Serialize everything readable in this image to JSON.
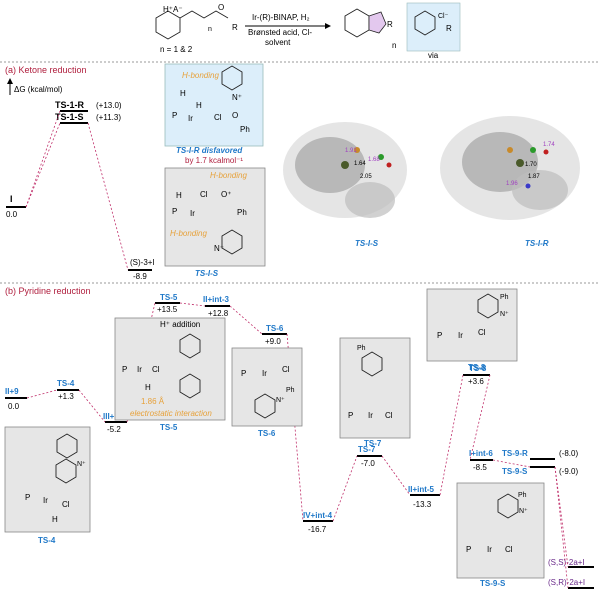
{
  "scheme": {
    "reactant_label": "n = 1 & 2",
    "reactant_ion": "H⁺A⁻",
    "reagents_top": "Ir-(R)-BINAP, H₂",
    "reagents_bottom1": "Brønsted acid, Cl-",
    "reagents_bottom2": "solvent",
    "product_n": "n",
    "product_r": "R",
    "via_label": "via",
    "via_ion": "Cl⁻"
  },
  "section_a": {
    "title": "(a) Ketone reduction",
    "axis_label": "ΔG (kcal/mol)",
    "levels": [
      {
        "name": "I",
        "value": "0.0"
      },
      {
        "name": "TS-1-R",
        "value": "(+13.0)"
      },
      {
        "name": "TS-1-S",
        "value": "(+11.3)"
      },
      {
        "name": "(S)-3+I",
        "value": "-8.9"
      }
    ],
    "ts_r_box": {
      "note1": "H-bonding",
      "label": "TS-I-R disfavored",
      "label2": "by 1.7 kcalmol⁻¹"
    },
    "ts_s_box": {
      "note1": "H-bonding",
      "note2": "H-bonding",
      "label": "TS-I-S"
    },
    "structures": [
      {
        "label": "TS-I-S",
        "d1": "1.91",
        "d2": "1.68",
        "d3": "1.64",
        "d4": "2.05"
      },
      {
        "label": "TS-I-R",
        "d1": "1.74",
        "d2": "1.70",
        "d3": "1.96",
        "d4": "1.87"
      }
    ]
  },
  "section_b": {
    "title": "(b) Pyridine reduction",
    "levels": [
      {
        "name": "II+9",
        "value": "0.0"
      },
      {
        "name": "TS-4",
        "value": "+1.3"
      },
      {
        "name": "III+int-2",
        "value": "-5.2"
      },
      {
        "name": "TS-5",
        "value": "+13.5"
      },
      {
        "name": "II+int-3",
        "value": "+12.8"
      },
      {
        "name": "TS-6",
        "value": "+9.0"
      },
      {
        "name": "IV+int-4",
        "value": "-16.7"
      },
      {
        "name": "TS-7",
        "value": "-7.0"
      },
      {
        "name": "II+int-5",
        "value": "-13.3"
      },
      {
        "name": "TS-8",
        "value": "+3.6"
      },
      {
        "name": "I+int-6",
        "value": "-8.5"
      },
      {
        "name": "TS-9-R",
        "value": "(-8.0)"
      },
      {
        "name": "TS-9-S",
        "value": "(-9.0)"
      },
      {
        "name": "(S,S)-2a+I",
        "value": ""
      },
      {
        "name": "(S,R)-2a+I",
        "value": ""
      }
    ],
    "ts5_notes": {
      "top": "H⁺ addition",
      "dist": "1.86 Å",
      "bottom": "electrostatic interaction"
    },
    "box_labels": [
      "TS-4",
      "TS-5",
      "TS-6",
      "TS-7",
      "TS-8",
      "TS-9-S"
    ]
  },
  "colors": {
    "accent_blue": "#1f78c8",
    "section_red": "#b0203f",
    "dash": "#c0306b",
    "orange": "#e7a13a"
  }
}
